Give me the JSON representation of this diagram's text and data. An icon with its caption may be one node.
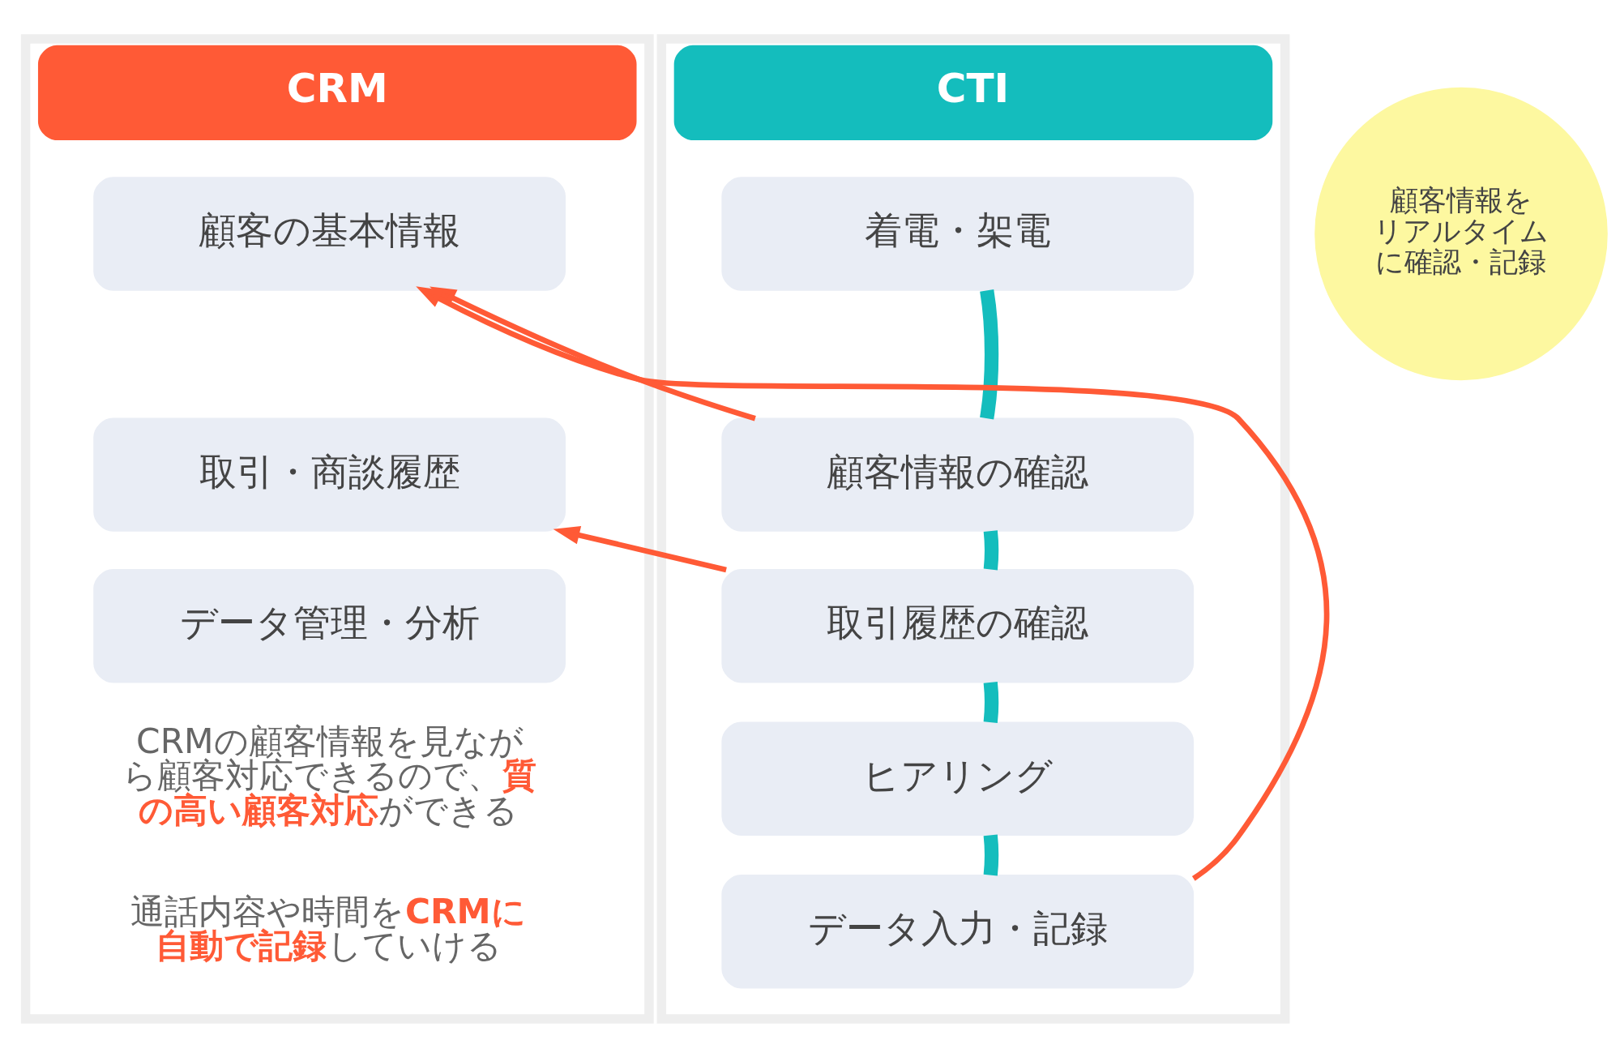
{
  "diagram": {
    "nodes": [
      {
        "text": [
          "CRM"
        ]
      },
      {
        "text": [
          "顧客の基本情報"
        ],
        "in": 0
      },
      {
        "text": [
          "取引・商談履歴"
        ],
        "in": 0
      },
      {
        "text": [
          "データ管理・分析"
        ],
        "in": 0
      },
      {
        "text": [
          "CTI"
        ]
      },
      {
        "text": [
          "着電・架電"
        ],
        "in": 4
      },
      {
        "text": [
          "顧客情報の確認"
        ],
        "in": 4
      },
      {
        "text": [
          "取引履歴の確認"
        ],
        "in": 4
      },
      {
        "text": [
          "ヒアリング"
        ],
        "in": 4
      },
      {
        "text": [
          "データ入力・記録"
        ],
        "in": 4
      },
      {
        "text": [
          "顧客情報をリアルタイムに確認・記録"
        ]
      }
    ],
    "edges": [
      {
        "from": 6,
        "to": 1,
        "arrow": "to",
        "color": "#ff5a36"
      },
      {
        "from": 7,
        "to": 2,
        "arrow": "to",
        "color": "#ff5a36"
      },
      {
        "from": 9,
        "to": 1,
        "arrow": "to",
        "color": "#ff5a36"
      },
      {
        "from": 5,
        "to": 6,
        "arrow": "none"
      },
      {
        "from": 6,
        "to": 7,
        "arrow": "none"
      },
      {
        "from": 7,
        "to": 8,
        "arrow": "none"
      },
      {
        "from": 8,
        "to": 9,
        "arrow": "none"
      }
    ],
    "labels": [
      "CRMの顧客情報を見ながら顧客対応できるので、**質の高い顧客対応**ができる",
      "通話内容や時間を**CRMに自動で記録**していける"
    ]
  }
}
